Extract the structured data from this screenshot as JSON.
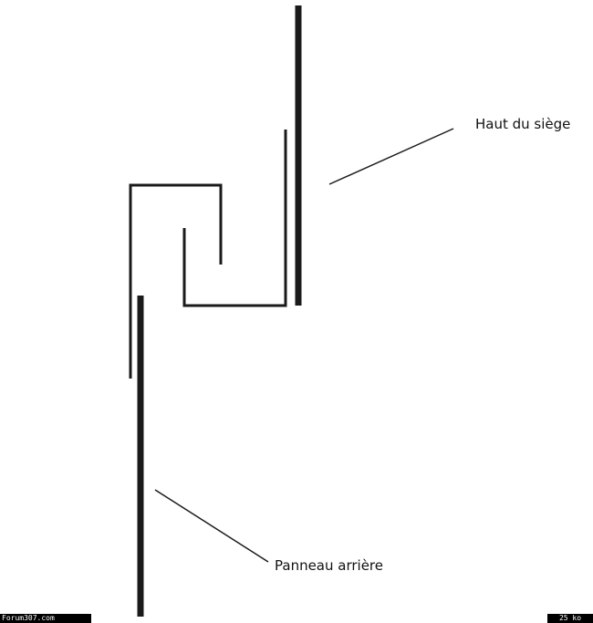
{
  "labels": {
    "top": "Haut du siège",
    "bottom": "Panneau arrière"
  },
  "footer": {
    "site": "Forum307.com",
    "size": "25 ko"
  },
  "colors": {
    "stroke": "#1a1a1a",
    "background": "#ffffff",
    "footer_bg": "#000000",
    "footer_text": "#ffffff"
  }
}
